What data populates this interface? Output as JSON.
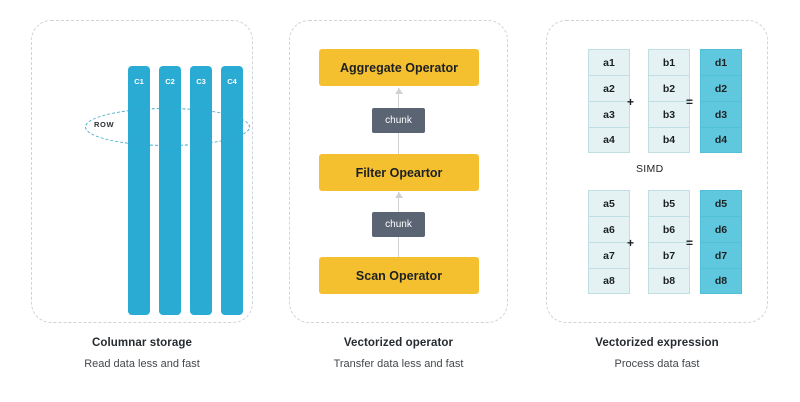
{
  "panels": [
    {
      "id": "columnar-storage",
      "caption_title": "Columnar storage",
      "caption_sub": "Read data less and fast",
      "row_label": "ROW",
      "columns": [
        "C1",
        "C2",
        "C3",
        "C4"
      ]
    },
    {
      "id": "vectorized-operator",
      "caption_title": "Vectorized operator",
      "caption_sub": "Transfer data less and fast",
      "operators": [
        "Aggregate Operator",
        "Filter Opeartor",
        "Scan Operator"
      ],
      "chunk_label": "chunk"
    },
    {
      "id": "vectorized-expression",
      "caption_title": "Vectorized expression",
      "caption_sub": "Process data fast",
      "simd_label": "SIMD",
      "plus_symbol": "+",
      "equals_symbol": "=",
      "groups": [
        {
          "a": [
            "a1",
            "a2",
            "a3",
            "a4"
          ],
          "b": [
            "b1",
            "b2",
            "b3",
            "b4"
          ],
          "d": [
            "d1",
            "d2",
            "d3",
            "d4"
          ]
        },
        {
          "a": [
            "a5",
            "a6",
            "a7",
            "a8"
          ],
          "b": [
            "b5",
            "b6",
            "b7",
            "b8"
          ],
          "d": [
            "d5",
            "d6",
            "d7",
            "d8"
          ]
        }
      ]
    }
  ],
  "colors": {
    "cyan_bar": "#29abd4",
    "yellow_box": "#f5c02f",
    "chunk_gray": "#5a6472",
    "cell_light": "#e4f2f3",
    "cell_solid": "#5fc8de",
    "panel_border": "#cfd4d8",
    "background": "#ffffff"
  }
}
